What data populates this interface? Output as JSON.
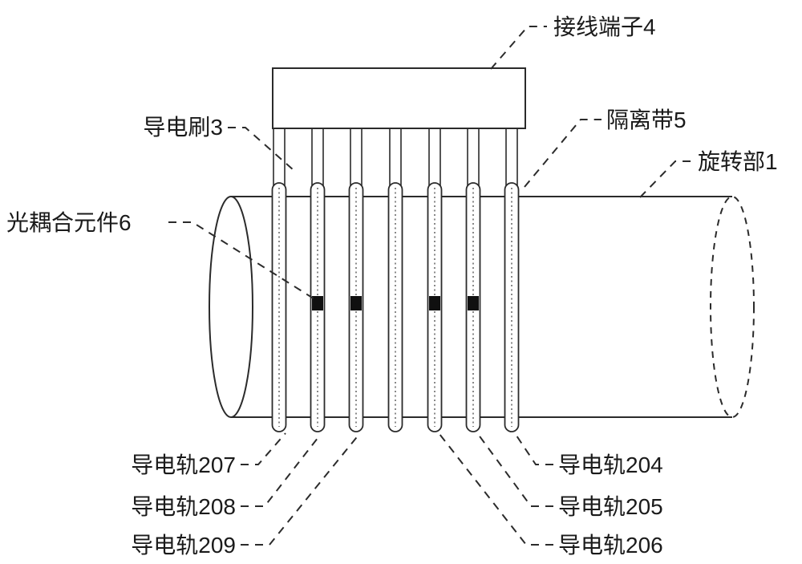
{
  "figure": {
    "labels": {
      "terminal_block": "接线端子4",
      "conductive_brush": "导电刷3",
      "isolation_band": "隔离带5",
      "rotating_part": "旋转部1",
      "optical_coupling": "光耦合元件6",
      "rail_207": "导电轨207",
      "rail_208": "导电轨208",
      "rail_209": "导电轨209",
      "rail_204": "导电轨204",
      "rail_205": "导电轨205",
      "rail_206": "导电轨206"
    },
    "colors": {
      "stroke": "#2b2b2b",
      "text": "#1a1a1a",
      "optical_element_fill": "#101010",
      "background": "#ffffff"
    }
  }
}
